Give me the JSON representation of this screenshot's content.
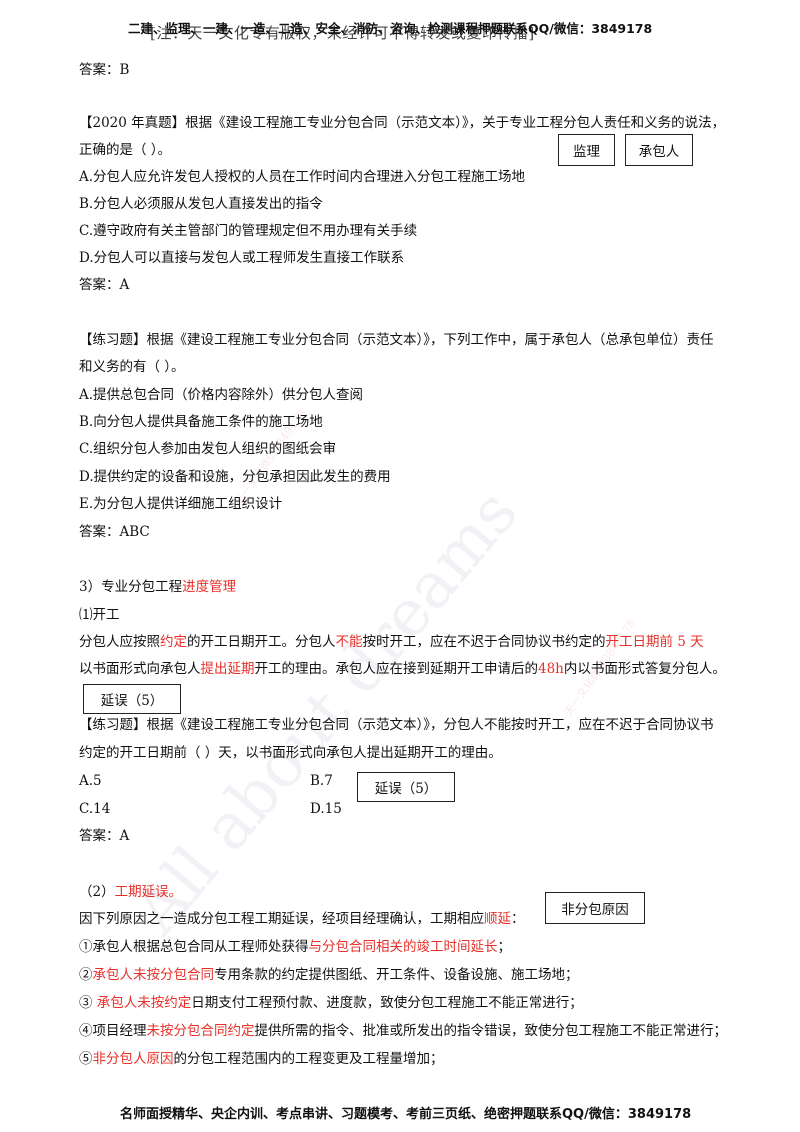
{
  "header": {
    "overlay_text": "[注：天一文化专有版权，未经许可不得转发或复印传播]",
    "contact": "二建、监理、一建、一造、二造、安全、消防、咨询、检测课程押题联系QQ/微信：3849178"
  },
  "footer": {
    "text": "名师面授精华、央企内训、考点串讲、习题模考、考前三页纸、绝密押题联系QQ/微信：3849178"
  },
  "watermark": {
    "text": "All about dreams",
    "stamp": "天一文化微信3849178"
  },
  "blocks": {
    "answer_b": "答案：B",
    "q2020": {
      "line1": "【2020 年真题】根据《建设工程施工专业分包合同（示范文本）》，关于专业工程分包人责任和义务的说法，",
      "line2": "正确的是（    ）。",
      "options": [
        "A.分包人应允许发包人授权的人员在工作时间内合理进入分包工程施工场地",
        "B.分包人必须服从发包人直接发出的指令",
        "C.遵守政府有关主管部门的管理规定但不用办理有关手续",
        "D.分包人可以直接与发包人或工程师发生直接工作联系"
      ],
      "answer": "答案：A"
    },
    "box_supervisor": "监理",
    "box_contractor": "承包人",
    "qpractice1": {
      "line1": "【练习题】根据《建设工程施工专业分包合同（示范文本）》，下列工作中，属于承包人（总承包单位）责任",
      "line2": "和义务的有（    ）。",
      "options": [
        "A.提供总包合同（价格内容除外）供分包人查阅",
        "B.向分包人提供具备施工条件的施工场地",
        "C.组织分包人参加由发包人组织的图纸会审",
        "D.提供约定的设备和设施，分包承担因此发生的费用",
        "E.为分包人提供详细施工组织设计"
      ],
      "answer": "答案：ABC"
    },
    "section3": {
      "prefix": "3）专业分包工程",
      "highlight": "进度管理"
    },
    "start_title": "⑴开工",
    "start_para": {
      "l1a": "分包人应按照",
      "l1b": "约定",
      "l1c": "的开工日期开工。分包人",
      "l1d": "不能",
      "l1e": "按时开工，应在不迟于合同协议书约定的",
      "l1f": "开工日期前 5 天",
      "l2a": "以书面形式向承包人",
      "l2b": "提出延期",
      "l2c": "开工的理由。承包人应在接到延期开工申请后的",
      "l2d": "48h",
      "l2e": "内以书面形式答复分包人。"
    },
    "box_delay1": "延误（5）",
    "qpractice2": {
      "line1": "【练习题】根据《建设工程施工专业分包合同（示范文本）》，分包人不能按时开工，应在不迟于合同协议书",
      "line2": "约定的开工日期前（    ）天，以书面形式向承包人提出延期开工的理由。",
      "opt_a": "A.5",
      "opt_b": "B.7",
      "opt_c": "C.14",
      "opt_d": "D.15",
      "answer": "答案：A"
    },
    "box_delay2": "延误（5）",
    "delay_title": {
      "prefix": "（2）",
      "highlight": "工期延误。"
    },
    "box_non_sub": "非分包原因",
    "delay_intro": {
      "a": "因下列原因之一造成分包工程工期延误，经项目经理确认，工期相应",
      "b": "顺延",
      "c": "："
    },
    "items": [
      {
        "a": "①承包人根据总包合同从工程师处获得",
        "b": "与分包合同相关的竣工时间延长",
        "c": "；"
      },
      {
        "a": "②",
        "b": "承包人未按分包合同",
        "c": "专用条款的约定提供图纸、开工条件、设备设施、施工场地；"
      },
      {
        "a": "③  ",
        "b": "承包人未按约定",
        "c": "日期支付工程预付款、进度款，致使分包工程施工不能正常进行；"
      },
      {
        "a": "④项目经理",
        "b": "未按分包合同约定",
        "c": "提供所需的指令、批准或所发出的指令错误，致使分包工程施工不能正常进行；"
      },
      {
        "a": "⑤",
        "b": "非分包人原因",
        "c": "的分包工程范围内的工程变更及工程量增加；"
      }
    ]
  }
}
